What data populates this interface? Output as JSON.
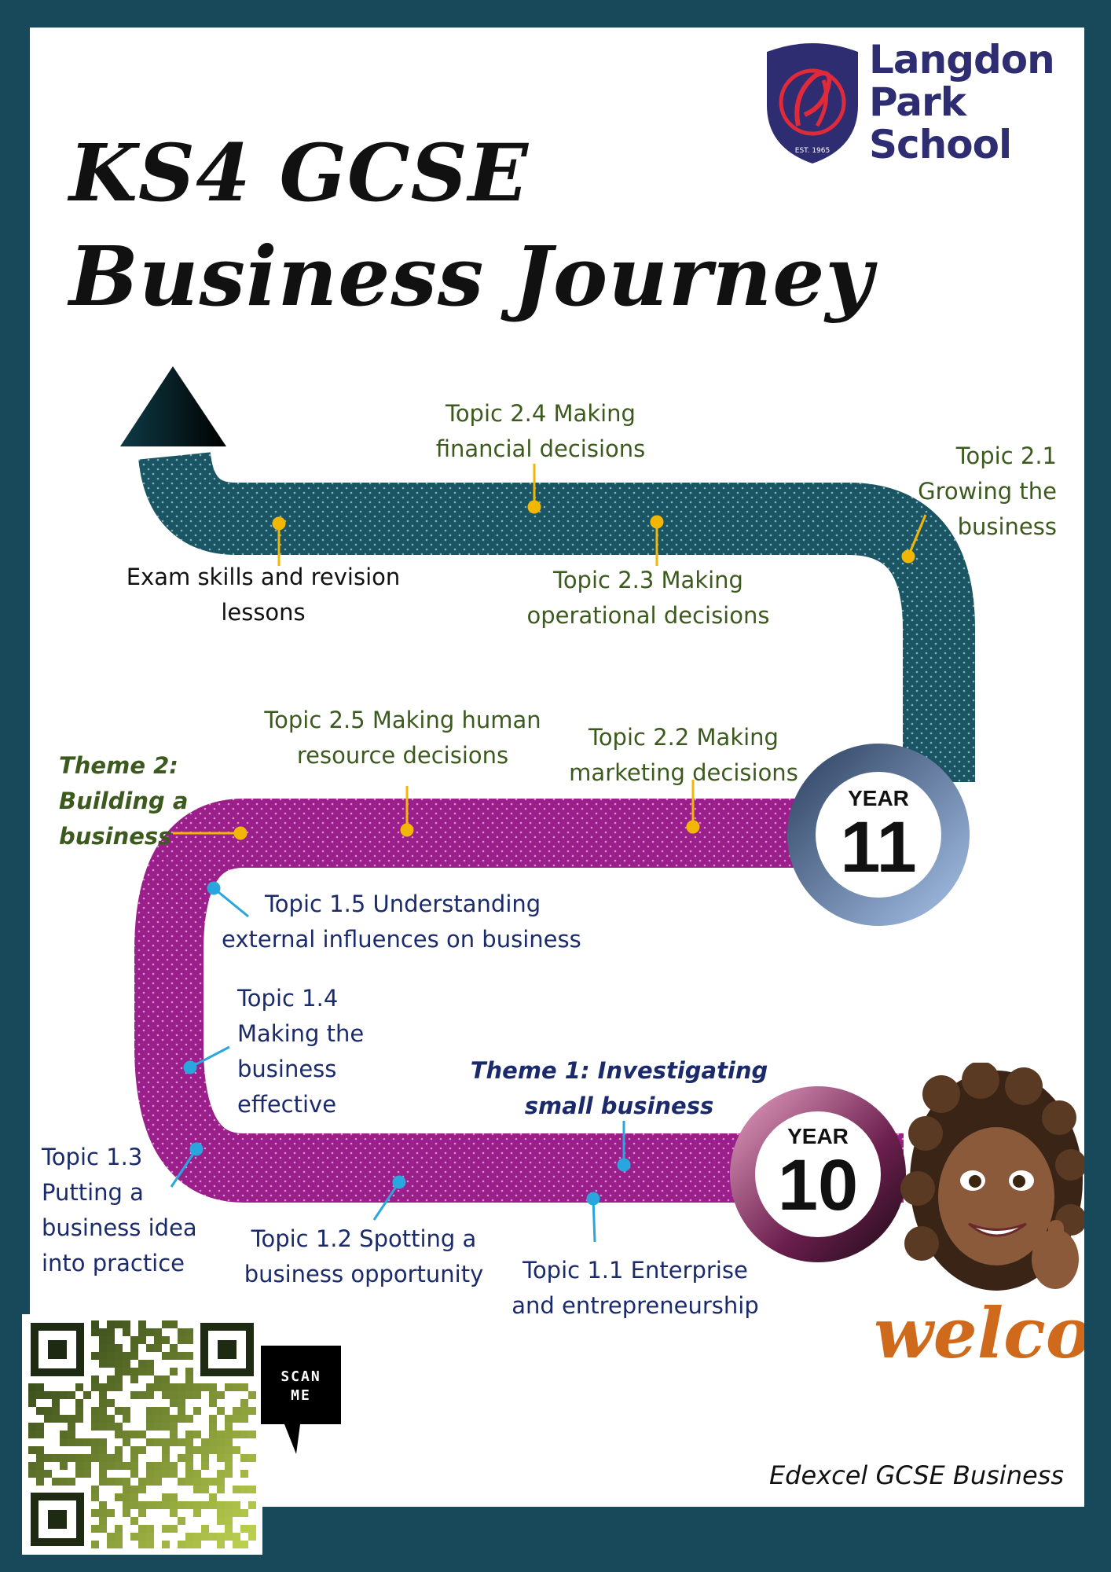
{
  "header": {
    "title_line1": "KS4 GCSE",
    "title_line2": "Business Journey"
  },
  "school": {
    "name_line1": "Langdon",
    "name_line2": "Park",
    "name_line3": "School",
    "crest_icon": "school-crest-icon",
    "crest_motto": "EST. 1965"
  },
  "path": {
    "year11_color": "#1b5563",
    "year10_color": "#9a1f8a",
    "marker_green": "#f2b705",
    "marker_blue": "#2aa6df"
  },
  "years": {
    "y11_label": "YEAR",
    "y11_number": "11",
    "y10_label": "YEAR",
    "y10_number": "10"
  },
  "topics": {
    "t24": [
      "Topic 2.4 Making",
      "financial decisions"
    ],
    "t21": [
      "Topic 2.1",
      "Growing the",
      "business"
    ],
    "exam": [
      "Exam skills and revision",
      "lessons"
    ],
    "t23": [
      "Topic 2.3 Making",
      "operational decisions"
    ],
    "t25": [
      "Topic 2.5 Making human",
      "resource decisions"
    ],
    "t22": [
      "Topic 2.2 Making",
      "marketing decisions"
    ],
    "theme2": [
      "Theme 2:",
      "Building a",
      "business"
    ],
    "t15": [
      "Topic 1.5 Understanding",
      "external influences on business"
    ],
    "t14": [
      "Topic 1.4",
      "Making the",
      "business",
      "effective"
    ],
    "theme1": [
      "Theme 1: Investigating",
      "small business"
    ],
    "t13": [
      "Topic 1.3",
      "Putting a",
      "business idea",
      "into practice"
    ],
    "t12": [
      "Topic 1.2 Spotting a",
      "business opportunity"
    ],
    "t11": [
      "Topic 1.1 Enterprise",
      "and entrepreneurship"
    ]
  },
  "footer": {
    "qr_icon": "qr-code-icon",
    "scan_label_1": "SCAN",
    "scan_label_2": "ME",
    "welcome": "welcom",
    "avatar_icon": "avatar-memoji-icon",
    "board": "Edexcel GCSE Business"
  }
}
